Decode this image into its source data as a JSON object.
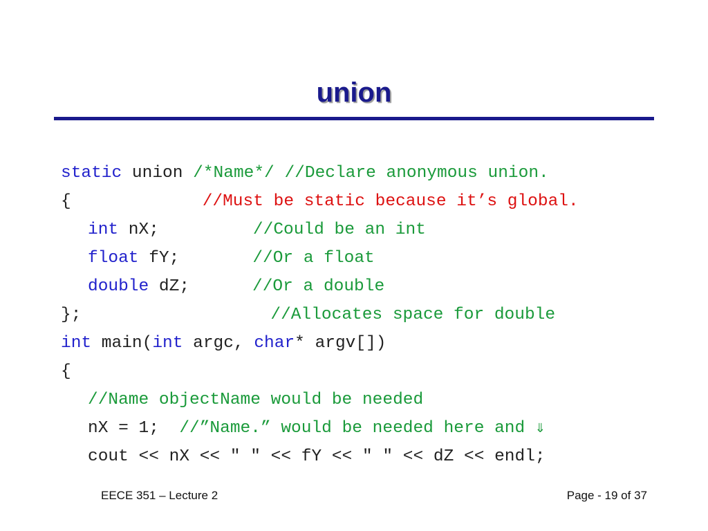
{
  "slide": {
    "title": "union",
    "colors": {
      "title": "#1a1a8c",
      "keyword": "#2222cc",
      "comment": "#1a9a3a",
      "comment_alert": "#dd1111"
    },
    "code": {
      "l1": {
        "kw": "static",
        "text": " union ",
        "comment": "/*Name*/ //Declare anonymous union."
      },
      "l2": {
        "text": "{",
        "comment": "//Must be static because it’s global."
      },
      "l3": {
        "kw": "int",
        "text": " nX;",
        "comment": "//Could be an int"
      },
      "l4": {
        "kw": "float",
        "text": " fY;",
        "comment": "//Or a float"
      },
      "l5": {
        "kw": "double",
        "text": " dZ;",
        "comment": "//Or a double"
      },
      "l6": {
        "text": "};",
        "comment": "//Allocates space for double"
      },
      "l7": {
        "kw1": "int",
        "t1": " main(",
        "kw2": "int",
        "t2": " argc, ",
        "kw3": "char",
        "t3": "* argv[])"
      },
      "l8": {
        "text": "{"
      },
      "l9": {
        "comment": "//Name objectName would be needed"
      },
      "l10": {
        "text": "nX = 1;  ",
        "comment": "//”Name.” would be needed here and ",
        "arrow": "⇓"
      },
      "l11": {
        "text": "cout << nX << \" \" << fY << \" \" << dZ << endl;"
      }
    },
    "footer": {
      "course": "EECE 351 – Lecture 2",
      "page": "Page - 19 of 37"
    }
  }
}
